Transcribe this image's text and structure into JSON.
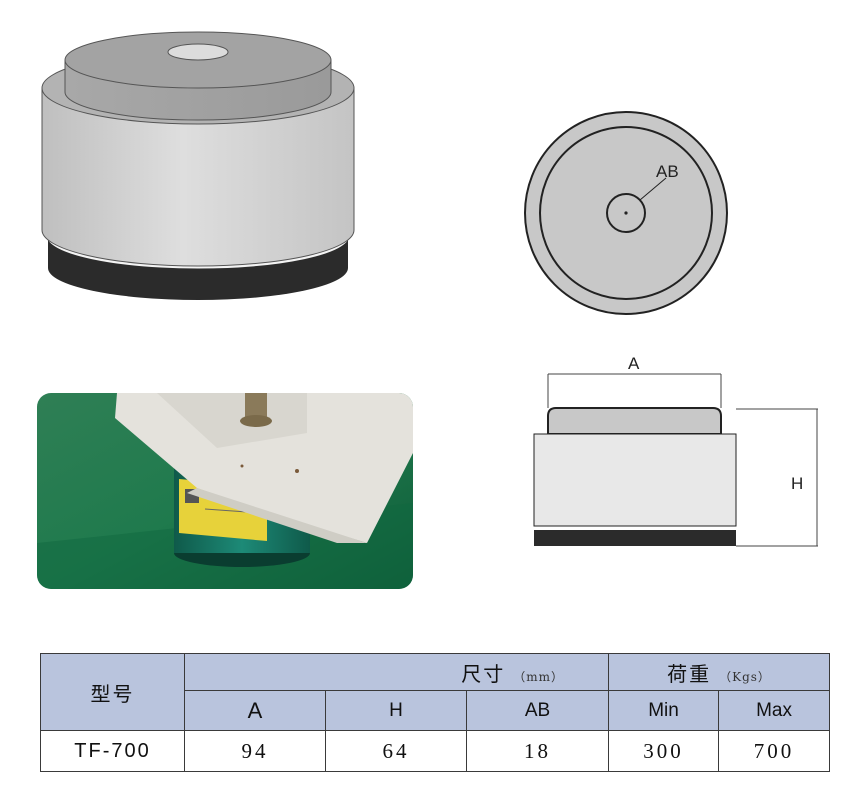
{
  "drawings": {
    "top_view": {
      "label": "AB"
    },
    "side_view": {
      "label_width": "A",
      "label_height": "H"
    }
  },
  "photo": {
    "description_icon": "installed-mount-photo"
  },
  "spec_table": {
    "model_header": "型号",
    "size_header": "尺寸",
    "size_unit": "（mm）",
    "load_header": "荷重",
    "load_unit": "（Kgs）",
    "sub_headers": {
      "a": "A",
      "h": "H",
      "ab": "AB",
      "min": "Min",
      "max": "Max"
    },
    "rows": [
      {
        "model": "TF-700",
        "a": "94",
        "h": "64",
        "ab": "18",
        "min": "300",
        "max": "700"
      }
    ]
  }
}
